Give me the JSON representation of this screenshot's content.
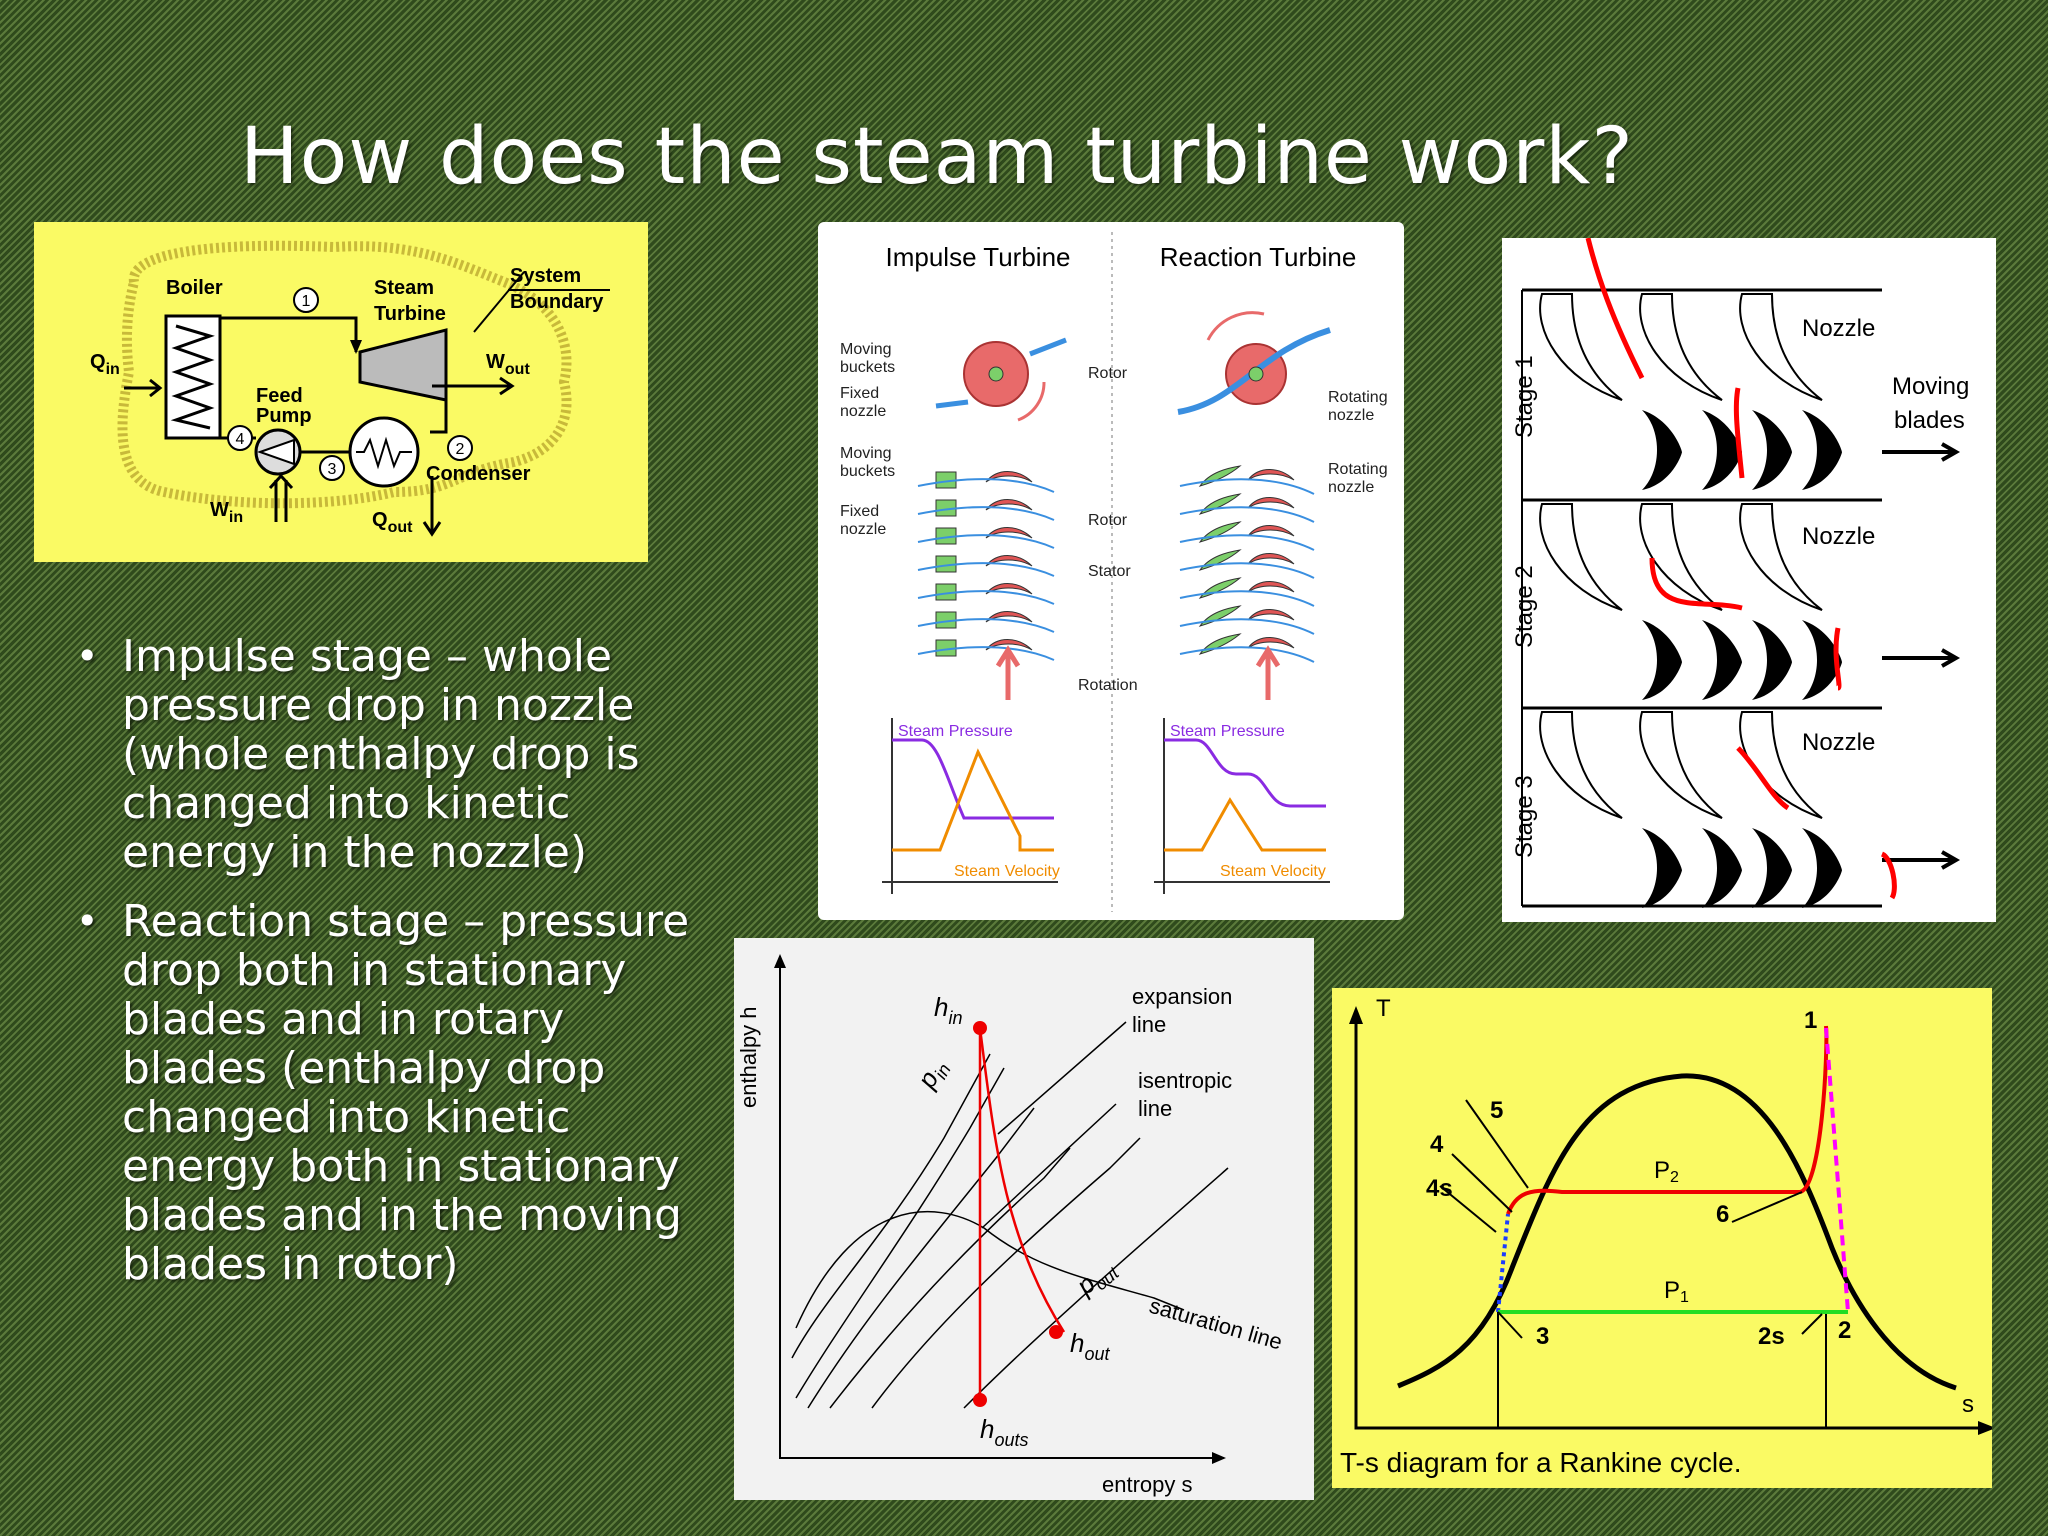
{
  "slide": {
    "title": "How does the steam turbine work?"
  },
  "bullets": [
    "Impulse stage – whole pressure drop in nozzle (whole enthalpy drop is changed into kinetic energy in the nozzle)",
    "Reaction stage – pressure drop both in stationary blades and in rotary blades (enthalpy drop changed into kinetic energy both in stationary blades and in the moving blades in rotor)"
  ],
  "rankine_schematic": {
    "boiler": "Boiler",
    "steam": "Steam",
    "turbine": "Turbine",
    "system": "System",
    "boundary": "Boundary",
    "q": "Q",
    "in": "in",
    "w": "W",
    "out": "out",
    "feed": "Feed",
    "pump": "Pump",
    "condenser": "Condenser",
    "n1": "1",
    "n2": "2",
    "n3": "3",
    "n4": "4"
  },
  "turbine_compare": {
    "impulse_title": "Impulse Turbine",
    "reaction_title": "Reaction Turbine",
    "moving": "Moving",
    "buckets": "buckets",
    "fixed": "Fixed",
    "nozzle": "nozzle",
    "rotor": "Rotor",
    "rotating": "Rotating",
    "stator": "Stator",
    "rotation": "Rotation",
    "steam_pressure": "Steam Pressure",
    "steam_velocity": "Steam Velocity",
    "colors": {
      "pressure": "#8a2be2",
      "velocity": "#f08c00",
      "rotor": "#e05555",
      "stator": "#7ccf6a",
      "flow": "#3a8fe0"
    }
  },
  "stages": {
    "nozzle": "Nozzle",
    "moving": "Moving",
    "blades": "blades",
    "stage1": "Stage 1",
    "stage2": "Stage 2",
    "stage3": "Stage 3"
  },
  "hs_diagram": {
    "ylabel": "enthalpy h",
    "xlabel": "entropy s",
    "expansion": "expansion",
    "isentropic": "isentropic",
    "line": "line",
    "saturation": "saturation line",
    "h": "h",
    "p": "p",
    "in": "in",
    "out": "out",
    "outs": "outs"
  },
  "ts_diagram": {
    "caption": "T-s diagram for a Rankine cycle.",
    "t": "T",
    "s": "s",
    "p": "P",
    "p2": "2",
    "p1": "1",
    "n1": "1",
    "n2": "2",
    "n2s": "2s",
    "n3": "3",
    "n4": "4",
    "n4s": "4s",
    "n5": "5",
    "n6": "6"
  }
}
